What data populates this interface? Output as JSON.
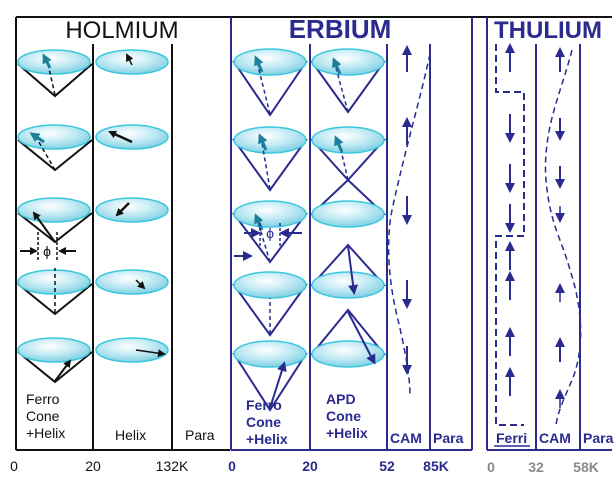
{
  "elements": {
    "holmium": {
      "title": "HOLMIUM",
      "color": "#111111",
      "phases": [
        {
          "label": [
            "Ferro",
            "Cone",
            "+Helix"
          ]
        },
        {
          "label": [
            "Helix"
          ]
        },
        {
          "label": [
            "Para"
          ]
        }
      ],
      "ticks": [
        "0",
        "20",
        "132K"
      ],
      "phi_label": "ϕ"
    },
    "erbium": {
      "title": "ERBIUM",
      "color": "#2a2a8f",
      "phases": [
        {
          "label": [
            "Ferro",
            "Cone",
            "+Helix"
          ]
        },
        {
          "label": [
            "APD",
            "Cone",
            "+Helix"
          ]
        },
        {
          "label": [
            "CAM"
          ]
        },
        {
          "label": [
            "Para"
          ]
        }
      ],
      "ticks": [
        "0",
        "20",
        "52",
        "85K"
      ],
      "phi_label": "ϕ"
    },
    "thulium": {
      "title": "THULIUM",
      "color": "#2a2a8f",
      "tick_color": "#8a8a8a",
      "phases": [
        {
          "label": [
            "Ferri"
          ]
        },
        {
          "label": [
            "CAM"
          ]
        },
        {
          "label": [
            "Para"
          ]
        }
      ],
      "ticks": [
        "0",
        "32",
        "58K"
      ]
    }
  },
  "colors": {
    "disk_edge": "#3cc7de",
    "disk_fill": "#bfe9f3",
    "black": "#111111",
    "blue": "#2a2a8f",
    "arrow_teal": "#1e7f9a"
  }
}
